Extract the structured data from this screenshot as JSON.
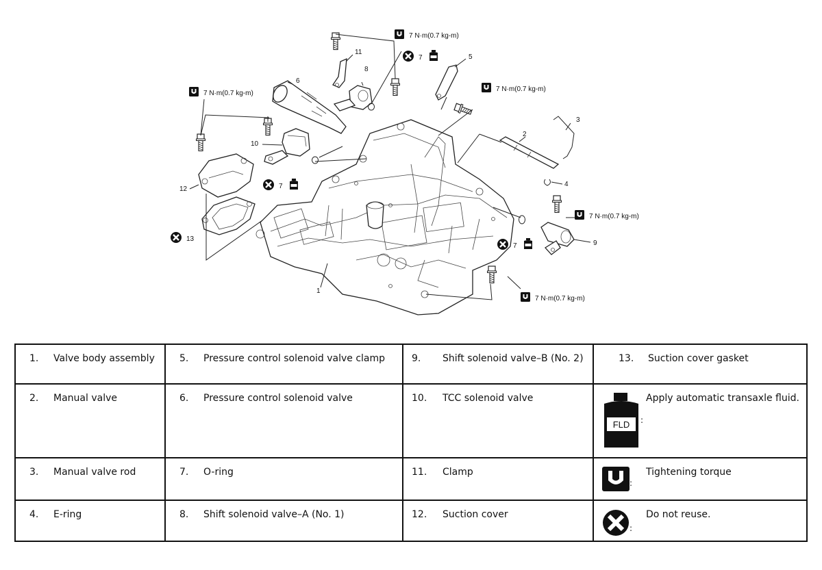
{
  "diagram": {
    "callouts": [
      "1",
      "2",
      "3",
      "4",
      "5",
      "6",
      "7",
      "8",
      "9",
      "10",
      "11",
      "12",
      "13"
    ],
    "torque_label": "7 N·m(0.7 kg-m)",
    "fluid_icon_text": "FLD"
  },
  "legend": {
    "rows": [
      [
        {
          "num": "1.",
          "text": "Valve body assembly"
        },
        {
          "num": "5.",
          "text": "Pressure control solenoid valve clamp"
        },
        {
          "num": "9.",
          "text": "Shift solenoid valve–B (No. 2)"
        },
        {
          "num": "13.",
          "text": "Suction cover gasket"
        }
      ],
      [
        {
          "num": "2.",
          "text": "Manual valve"
        },
        {
          "num": "6.",
          "text": "Pressure control solenoid valve"
        },
        {
          "num": "10.",
          "text": "TCC solenoid valve"
        },
        {
          "symbol": "fluid-icon",
          "text": "Apply automatic transaxle fluid."
        }
      ],
      [
        {
          "num": "3.",
          "text": "Manual valve rod"
        },
        {
          "num": "7.",
          "text": "O-ring"
        },
        {
          "num": "11.",
          "text": "Clamp"
        },
        {
          "symbol": "torque-icon",
          "text": "Tightening torque"
        }
      ],
      [
        {
          "num": "4.",
          "text": "E-ring"
        },
        {
          "num": "8.",
          "text": "Shift solenoid valve–A (No. 1)"
        },
        {
          "num": "12.",
          "text": "Suction cover"
        },
        {
          "symbol": "do-not-reuse-icon",
          "text": "Do not reuse."
        }
      ]
    ],
    "symbol_separator": ":"
  }
}
